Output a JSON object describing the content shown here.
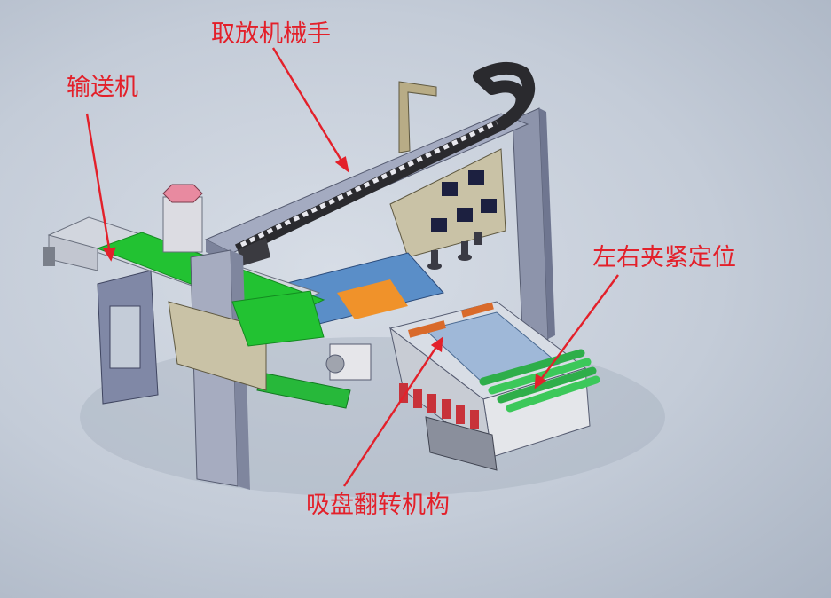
{
  "labels": {
    "pick_place_manipulator": "取放机械手",
    "conveyor": "输送机",
    "left_right_clamp_positioning": "左右夹紧定位",
    "suction_flip_mechanism": "吸盘翻转机构"
  },
  "colors": {
    "callout": "#e3202a",
    "background": "#c4ccd8",
    "frame": "#9aa2b8",
    "green_belt": "#22c232",
    "blue_parts": "#3aa0e0",
    "orange_parts": "#f0922a",
    "motor_pink": "#e88aa0"
  }
}
